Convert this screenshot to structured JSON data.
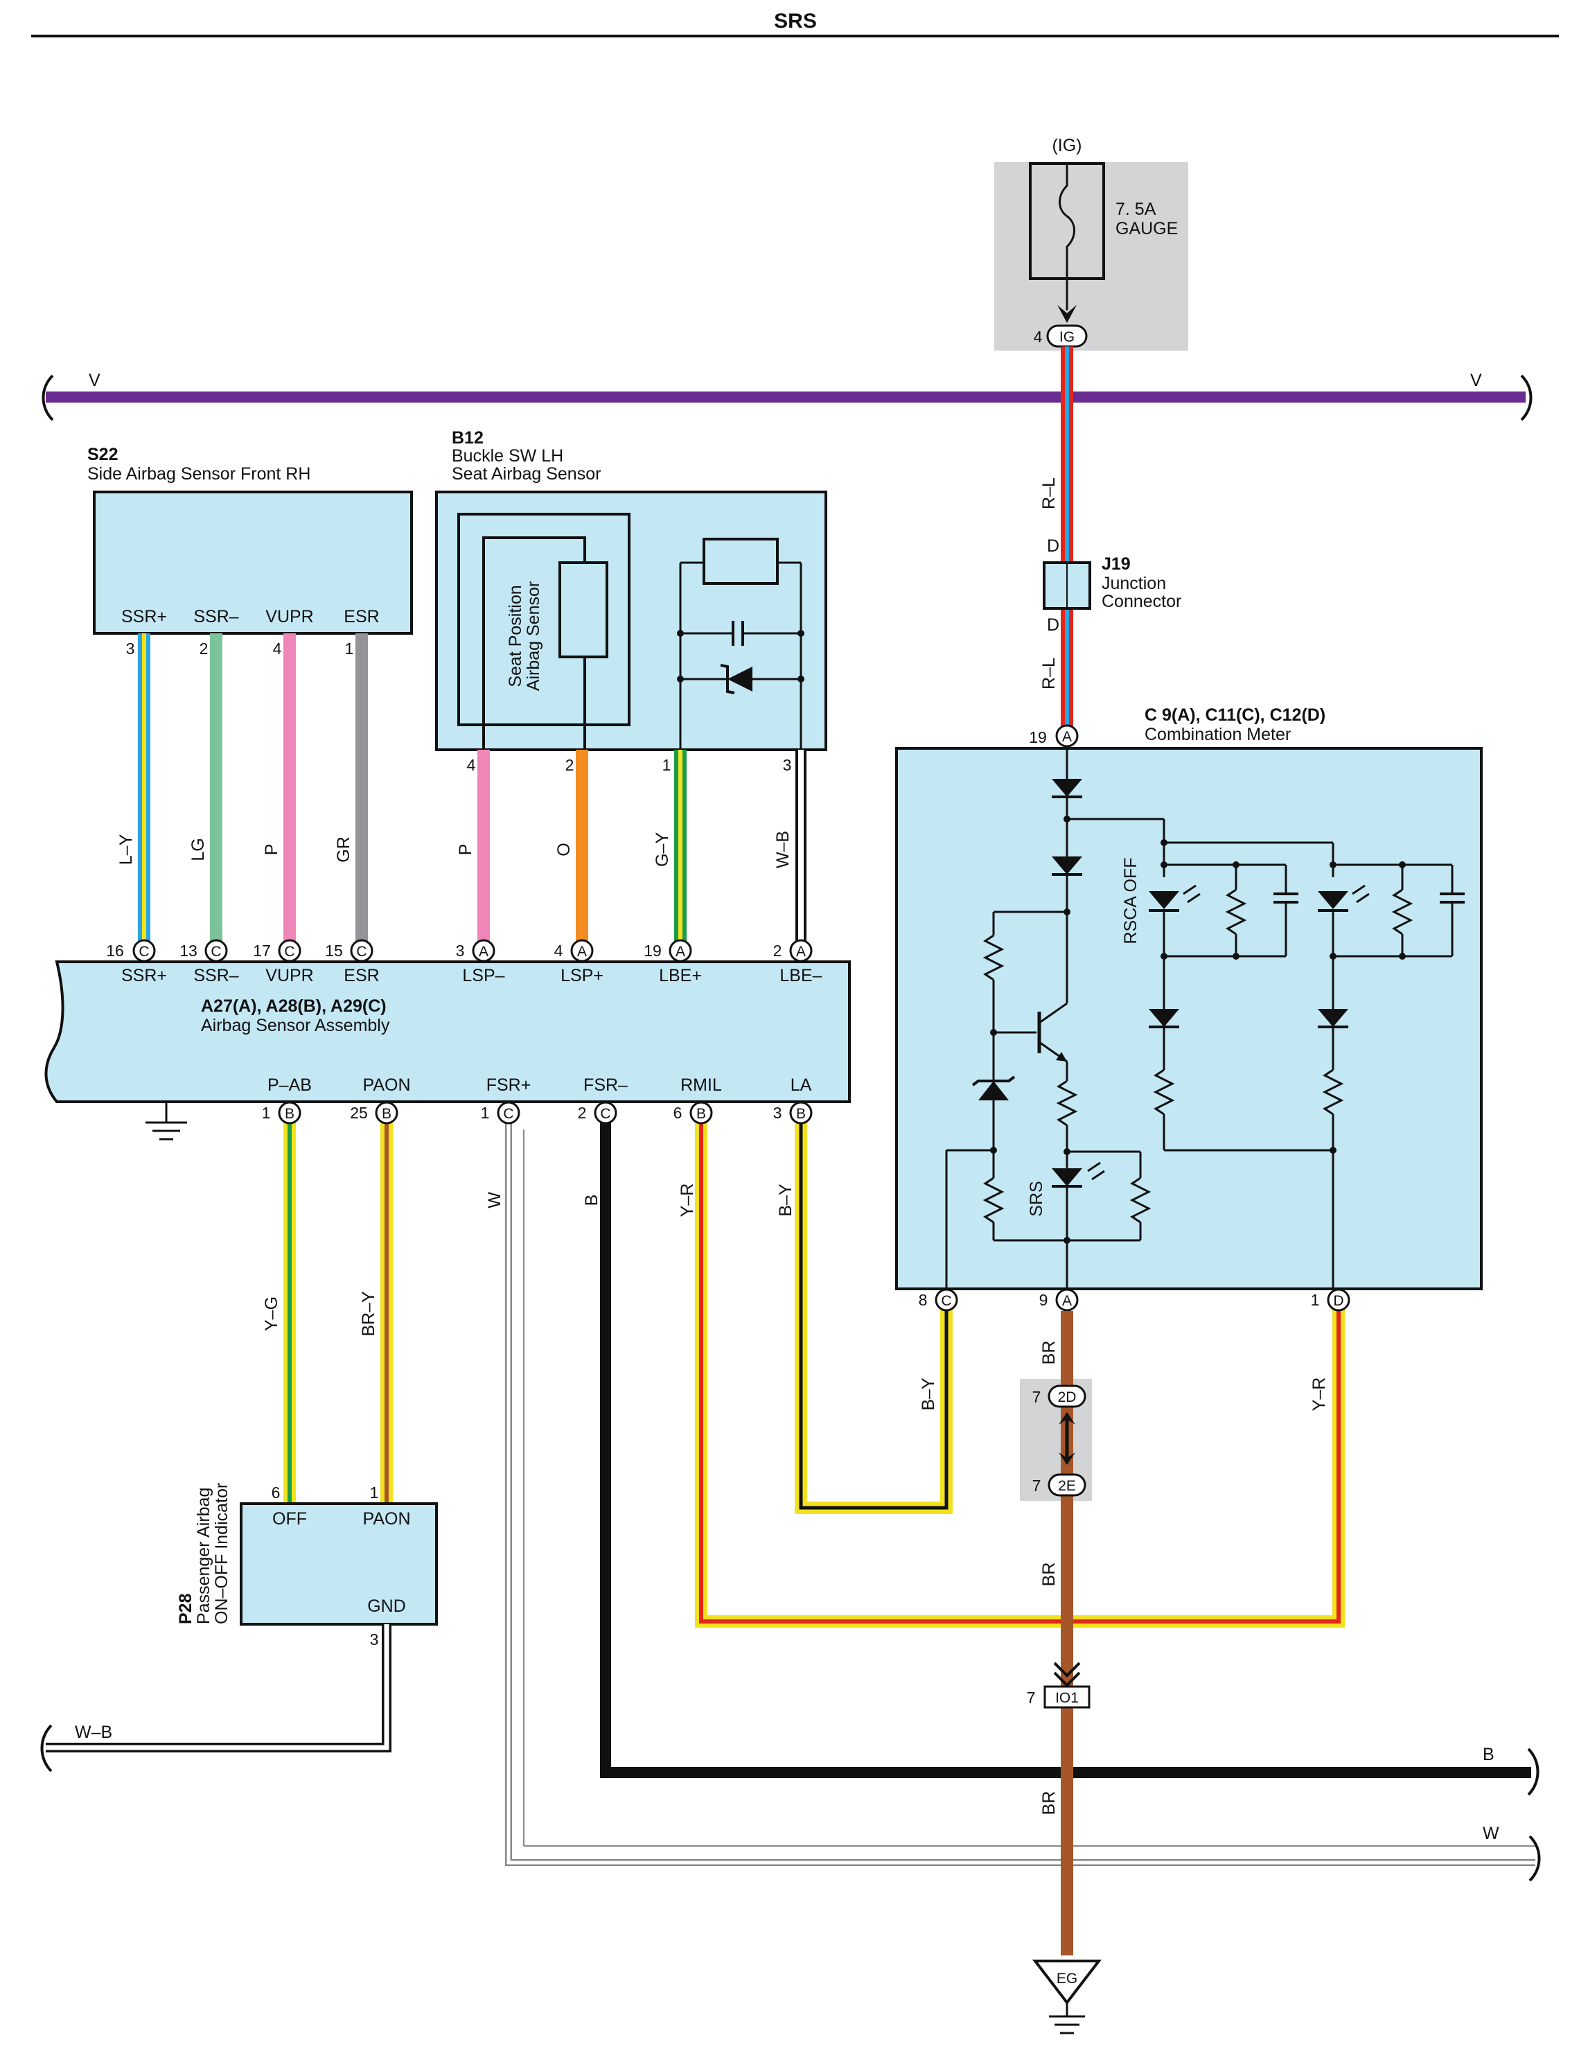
{
  "title": "SRS",
  "colors": {
    "box_fill": "#c4e7f4",
    "grey_fill": "#d3d4d6",
    "violet": "#6a2c91",
    "red": "#e1261c",
    "blue": "#2aa5df",
    "yellow": "#f2e21e",
    "lgreen": "#7cc39b",
    "pink": "#ee86b8",
    "grey": "#929497",
    "orange": "#f28c22",
    "green": "#1c9c47",
    "brown": "#a65628",
    "black": "#111111"
  },
  "fuse": {
    "supply": "(IG)",
    "rating": "7. 5A",
    "name": "GAUGE",
    "pin": "4",
    "conn": "IG"
  },
  "bus": {
    "v_left": "V",
    "v_right": "V"
  },
  "s22": {
    "code": "S22",
    "name": "Side Airbag Sensor Front RH",
    "pins": [
      {
        "label": "SSR+",
        "num": "3"
      },
      {
        "label": "SSR–",
        "num": "2"
      },
      {
        "label": "VUPR",
        "num": "4"
      },
      {
        "label": "ESR",
        "num": "1"
      }
    ]
  },
  "b12": {
    "code": "B12",
    "name1": "Buckle SW LH",
    "name2": "Seat Airbag Sensor",
    "inner1": "Seat Position",
    "inner2": "Airbag Sensor",
    "pins": [
      "4",
      "2",
      "1",
      "3"
    ]
  },
  "j19": {
    "code": "J19",
    "name1": "Junction",
    "name2": "Connector",
    "top": "D",
    "bottom": "D"
  },
  "meter": {
    "code": "C 9(A), C11(C), C12(D)",
    "name": "Combination Meter",
    "in_pin": "19",
    "in_conn": "A",
    "rsca": "RSCA OFF",
    "srs": "SRS",
    "out": [
      {
        "num": "8",
        "conn": "C"
      },
      {
        "num": "9",
        "conn": "A"
      },
      {
        "num": "1",
        "conn": "D"
      }
    ]
  },
  "a27": {
    "code": "A27(A), A28(B), A29(C)",
    "name": "Airbag Sensor Assembly",
    "top_pins": [
      {
        "num": "16",
        "conn": "C",
        "label": "SSR+"
      },
      {
        "num": "13",
        "conn": "C",
        "label": "SSR–"
      },
      {
        "num": "17",
        "conn": "C",
        "label": "VUPR"
      },
      {
        "num": "15",
        "conn": "C",
        "label": "ESR"
      },
      {
        "num": "3",
        "conn": "A",
        "label": "LSP–"
      },
      {
        "num": "4",
        "conn": "A",
        "label": "LSP+"
      },
      {
        "num": "19",
        "conn": "A",
        "label": "LBE+"
      },
      {
        "num": "2",
        "conn": "A",
        "label": "LBE–"
      }
    ],
    "bottom_pins": [
      {
        "num": "1",
        "conn": "B",
        "label": "P–AB"
      },
      {
        "num": "25",
        "conn": "B",
        "label": "PAON"
      },
      {
        "num": "1",
        "conn": "C",
        "label": "FSR+"
      },
      {
        "num": "2",
        "conn": "C",
        "label": "FSR–"
      },
      {
        "num": "6",
        "conn": "B",
        "label": "RMIL"
      },
      {
        "num": "3",
        "conn": "B",
        "label": "LA"
      }
    ]
  },
  "p28": {
    "code": "P28",
    "name1": "Passenger Airbag",
    "name2": "ON–OFF Indicator",
    "off": "OFF",
    "paon": "PAON",
    "gnd": "GND",
    "off_pin": "6",
    "paon_pin": "1",
    "gnd_pin": "3"
  },
  "wires": {
    "r_l_1": "R–L",
    "r_l_2": "R–L",
    "s22": [
      "L–Y",
      "LG",
      "P",
      "GR"
    ],
    "b12": [
      "P",
      "O",
      "G–Y",
      "W–B"
    ],
    "y_g": "Y–G",
    "br_y": "BR–Y",
    "w": "W",
    "b": "B",
    "y_r": "Y–R",
    "b_y": "B–Y",
    "meter_b_y": "B–Y",
    "meter_br": "BR",
    "meter_y_r": "Y–R",
    "br2": "BR",
    "br3": "BR",
    "w_b": "W–B",
    "b_right": "B",
    "w_right": "W"
  },
  "conn_2d": {
    "num": "7",
    "label": "2D"
  },
  "conn_2e": {
    "num": "7",
    "label": "2E"
  },
  "conn_io1": {
    "num": "7",
    "label": "IO1"
  },
  "ground": "EG"
}
